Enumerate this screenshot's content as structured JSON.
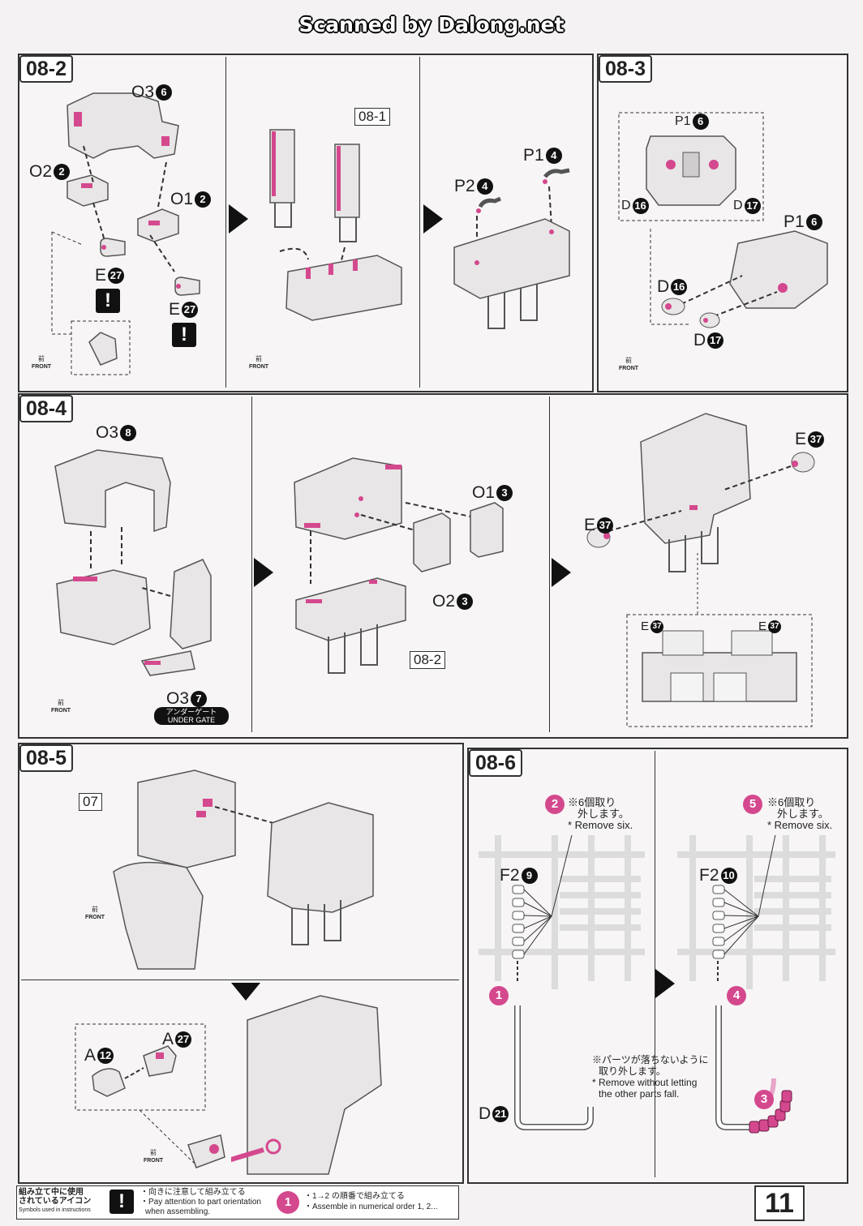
{
  "banner": "Scanned by Dalong.net",
  "steps": {
    "s082": "08-2",
    "s081": "08-1",
    "s083": "08-3",
    "s084": "08-4",
    "s085": "08-5",
    "s086": "08-6",
    "s07": "07"
  },
  "parts": {
    "o3_a": "O3",
    "o3_a_n": "6",
    "o2_a": "O2",
    "o2_a_n": "2",
    "o1_a": "O1",
    "o1_a_n": "2",
    "e27_a": "E",
    "e27_a_n": "27",
    "e27_b": "E",
    "e27_b_n": "27",
    "p1_a": "P1",
    "p1_a_n": "4",
    "p2_a": "P2",
    "p2_a_n": "4",
    "p1_b": "P1",
    "p1_b_n": "6",
    "d16_a": "D",
    "d16_a_n": "16",
    "d17_a": "D",
    "d17_a_n": "17",
    "p1_c": "P1",
    "p1_c_n": "6",
    "d16_b": "D",
    "d16_b_n": "16",
    "d17_b": "D",
    "d17_b_n": "17",
    "o3_b": "O3",
    "o3_b_n": "8",
    "o1_b": "O1",
    "o1_b_n": "3",
    "o2_b": "O2",
    "o2_b_n": "3",
    "o3_c": "O3",
    "o3_c_n": "7",
    "e37_a": "E",
    "e37_a_n": "37",
    "e37_b": "E",
    "e37_b_n": "37",
    "e37_c": "E",
    "e37_c_n": "37",
    "e37_d": "E",
    "e37_d_n": "37",
    "a12": "A",
    "a12_n": "12",
    "a27": "A",
    "a27_n": "27",
    "f29": "F2",
    "f29_n": "9",
    "f210": "F2",
    "f210_n": "10",
    "d21": "D",
    "d21_n": "21"
  },
  "under_gate": {
    "jp": "アンダーゲート",
    "en": "UNDER GATE"
  },
  "front": {
    "jp": "前",
    "en": "FRONT"
  },
  "warn_mark": "!",
  "remove6_a": {
    "num": "2",
    "jp1": "※6個取り",
    "jp2": "外します。",
    "en": "* Remove six."
  },
  "remove6_b": {
    "num": "5",
    "jp1": "※6個取り",
    "jp2": "外します。",
    "en": "* Remove six."
  },
  "order_marks": {
    "m1": "1",
    "m3": "3",
    "m4": "4"
  },
  "fall_note": {
    "jp1": "※パーツが落ちないように",
    "jp2": "取り外します。",
    "en1": "* Remove without letting",
    "en2": "the other parts fall."
  },
  "footer": {
    "title_jp1": "組み立て中に使用",
    "title_jp2": "されているアイコン",
    "title_en": "Symbols used in instructions",
    "warn_jp": "・向きに注意して組み立てる",
    "warn_en1": "・Pay attention to part orientation",
    "warn_en2": "when assembling.",
    "order_num": "1",
    "order_jp": "・1→2 の順番で組み立てる",
    "order_en": "・Assemble in numerical order 1, 2..."
  },
  "page_number": "11"
}
